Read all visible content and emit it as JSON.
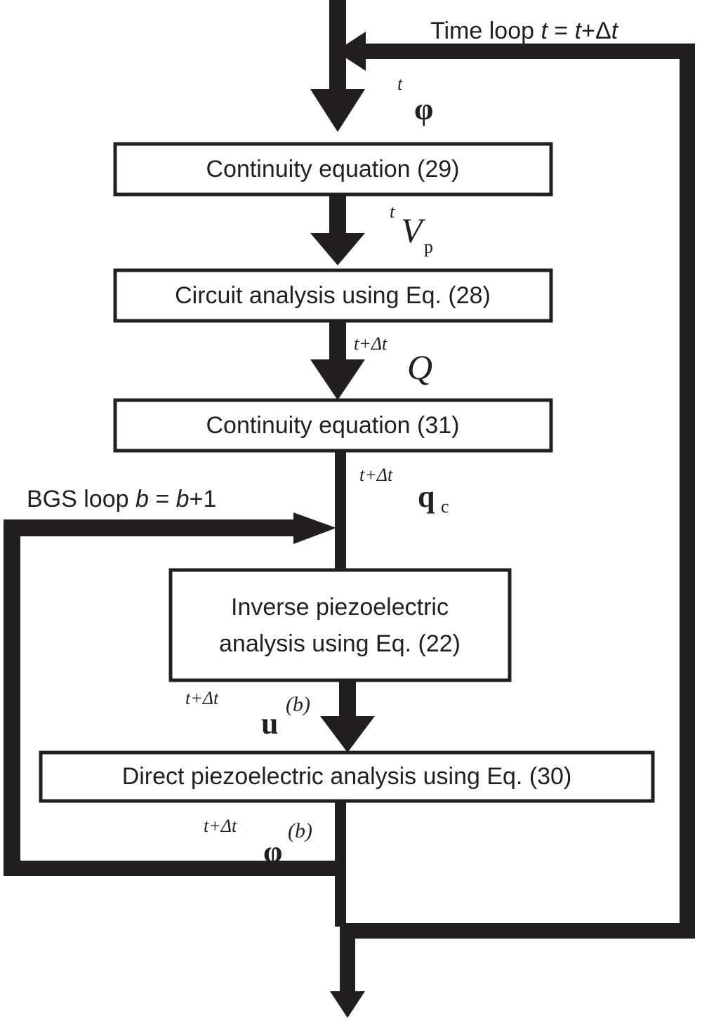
{
  "diagram": {
    "title": "Staggered solution flowchart for piezoelectric circuit coupled analysis",
    "colors": {
      "ink": "#231f20",
      "background": "#ffffff",
      "box_fill": "#ffffff",
      "box_stroke": "#231f20"
    },
    "boxes": [
      {
        "id": "continuity-29",
        "label": "Continuity equation (29)"
      },
      {
        "id": "circuit-28",
        "label": "Circuit analysis using Eq. (28)"
      },
      {
        "id": "continuity-31",
        "label": "Continuity equation (31)"
      },
      {
        "id": "inverse-22",
        "label_line1": "Inverse piezoelectric",
        "label_line2": "analysis using Eq. (22)"
      },
      {
        "id": "direct-30",
        "label": "Direct piezoelectric analysis using Eq. (30)"
      }
    ],
    "loops": [
      {
        "id": "time-loop",
        "text_plain": "Time loop t = t+Δt",
        "text_parts": {
          "lead": "Time loop ",
          "var1": "t",
          "eq": " = ",
          "var2": "t",
          "plus": "+",
          "delta": "Δ",
          "var3": "t"
        }
      },
      {
        "id": "bgs-loop",
        "text_plain": "BGS loop b = b+1",
        "text_parts": {
          "lead": "BGS loop ",
          "var1": "b",
          "eq": " = ",
          "var2": "b",
          "plus": "+",
          "num": "1"
        }
      }
    ],
    "edge_symbols": [
      {
        "id": "sym-phi-t",
        "presuperscript": "t",
        "symbol": "φ",
        "subscript": "",
        "superscript": ""
      },
      {
        "id": "sym-vp-t",
        "presuperscript": "t",
        "symbol": "V",
        "subscript": "p",
        "superscript": ""
      },
      {
        "id": "sym-q-tdt",
        "presuperscript": "t+Δt",
        "symbol": "Q",
        "subscript": "",
        "superscript": ""
      },
      {
        "id": "sym-qc-tdt",
        "presuperscript": "t+Δt",
        "symbol": "q",
        "subscript": "c",
        "superscript": ""
      },
      {
        "id": "sym-u-tdt-b",
        "presuperscript": "t+Δt",
        "symbol": "u",
        "subscript": "",
        "superscript": "(b)"
      },
      {
        "id": "sym-phi-tdt-b",
        "presuperscript": "t+Δt",
        "symbol": "φ",
        "subscript": "",
        "superscript": "(b)"
      }
    ]
  }
}
